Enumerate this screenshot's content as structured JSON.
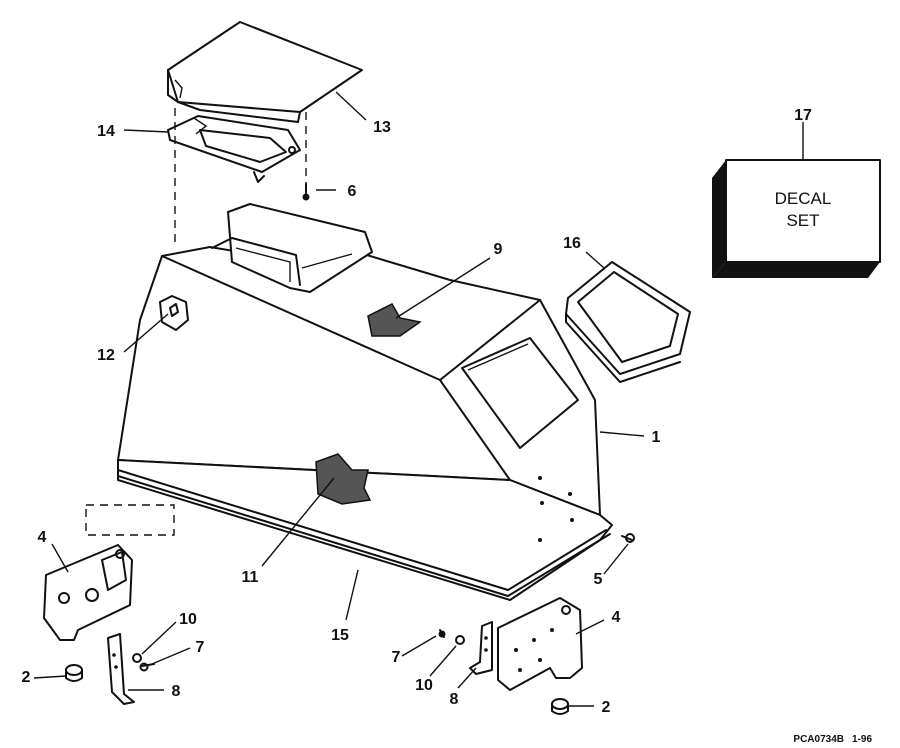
{
  "callouts": {
    "c1": "1",
    "c2a": "2",
    "c2b": "2",
    "c4a": "4",
    "c4b": "4",
    "c5": "5",
    "c6": "6",
    "c7a": "7",
    "c7b": "7",
    "c8a": "8",
    "c8b": "8",
    "c9": "9",
    "c10a": "10",
    "c10b": "10",
    "c11": "11",
    "c12": "12",
    "c13": "13",
    "c14": "14",
    "c15": "15",
    "c16": "16",
    "c17": "17"
  },
  "decal": {
    "line1": "DECAL",
    "line2": "SET"
  },
  "footer": {
    "code": "PCA0734B",
    "date": "1-96"
  }
}
